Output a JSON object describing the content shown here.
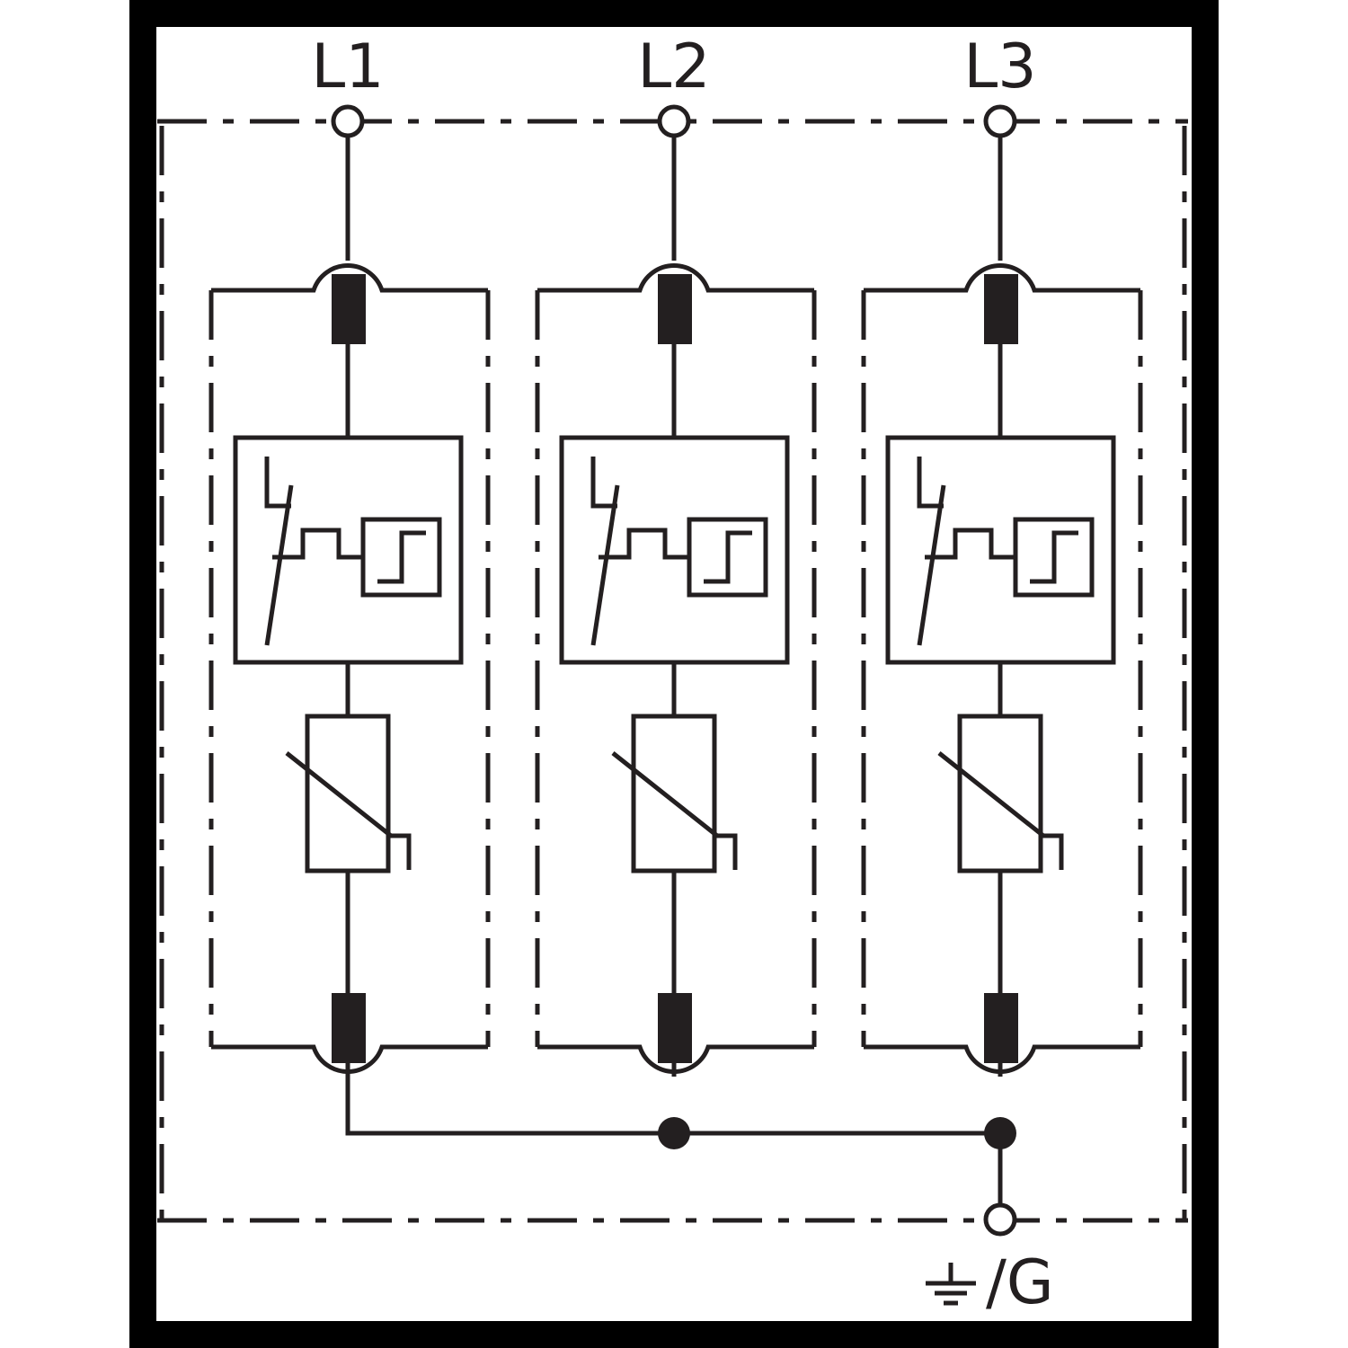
{
  "diagram": {
    "phases": [
      {
        "label": "L1"
      },
      {
        "label": "L2"
      },
      {
        "label": "L3"
      }
    ],
    "ground_label": "/G",
    "colors": {
      "line": "#231f20",
      "frame": "#000000",
      "background": "#ffffff"
    }
  }
}
